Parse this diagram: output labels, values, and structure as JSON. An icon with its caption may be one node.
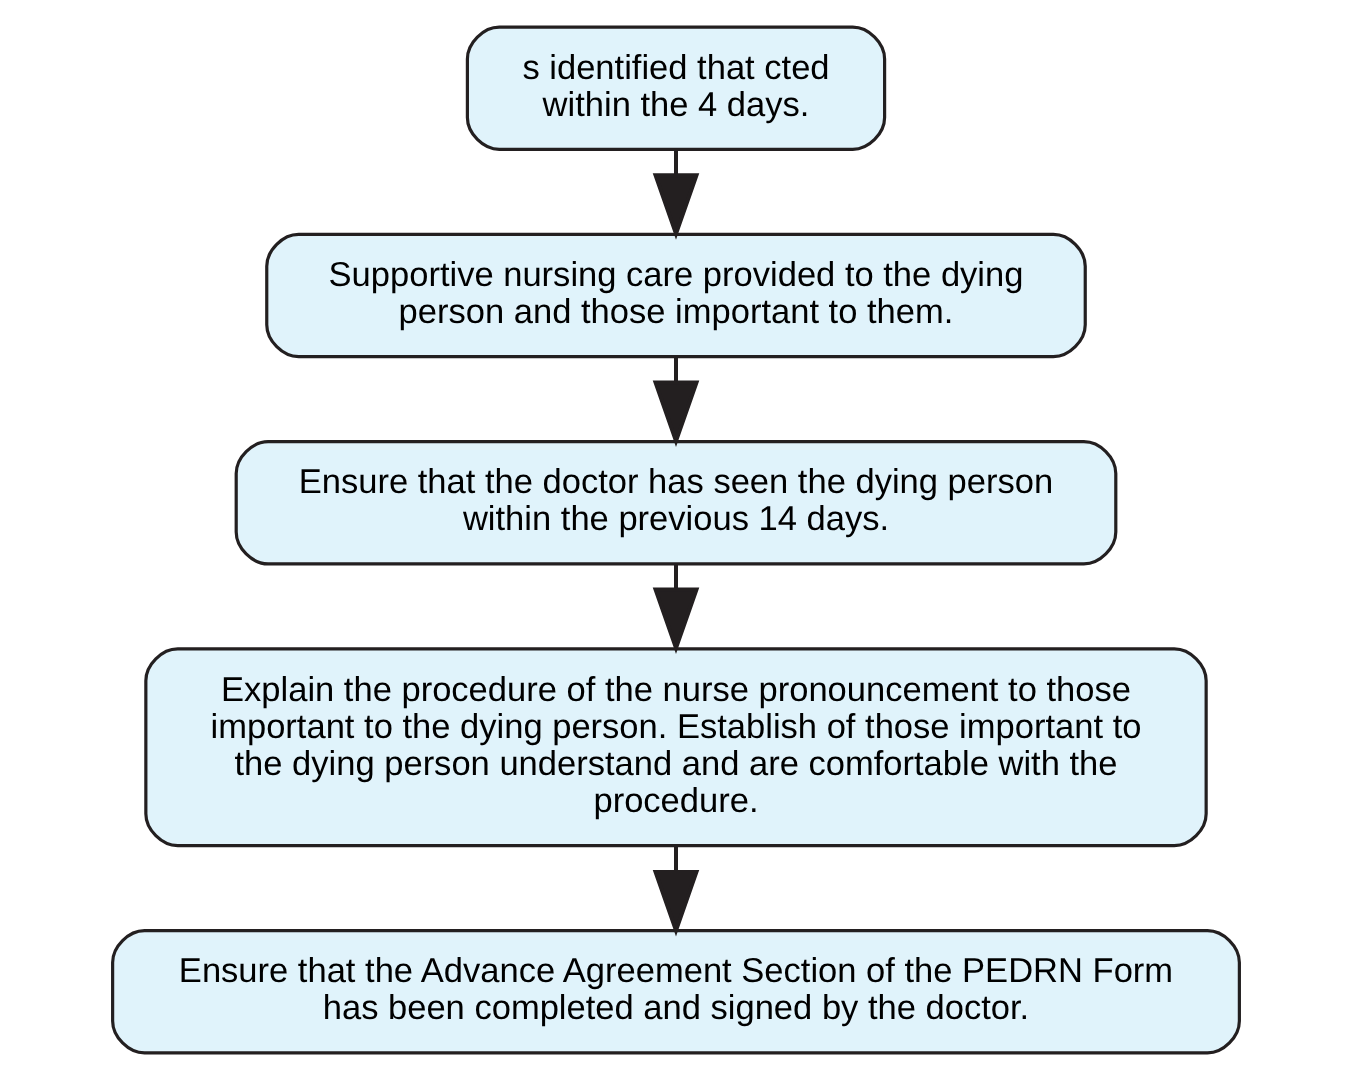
{
  "diagram": {
    "nodes": [
      {
        "text": [
          "s identified that cted within the 4 days."
        ]
      },
      {
        "text": [
          "Supportive nursing care provided to the dying person and those important to them."
        ]
      },
      {
        "text": [
          "Ensure that the doctor has seen the dying person within the previous 14 days."
        ]
      },
      {
        "text": [
          "Explain the procedure of the nurse pronouncement to those important to the dying person. Establish of those important to the dying person understand and are comfortable with the procedure."
        ]
      },
      {
        "text": [
          "Ensure that the Advance Agreement Section of the PEDRN Form has been completed and signed by the doctor."
        ]
      }
    ],
    "edges": [
      {
        "from": 0,
        "to": 1,
        "arrow": "to"
      },
      {
        "from": 1,
        "to": 2,
        "arrow": "to"
      },
      {
        "from": 2,
        "to": 3,
        "arrow": "to"
      },
      {
        "from": 3,
        "to": 4,
        "arrow": "to"
      }
    ]
  }
}
